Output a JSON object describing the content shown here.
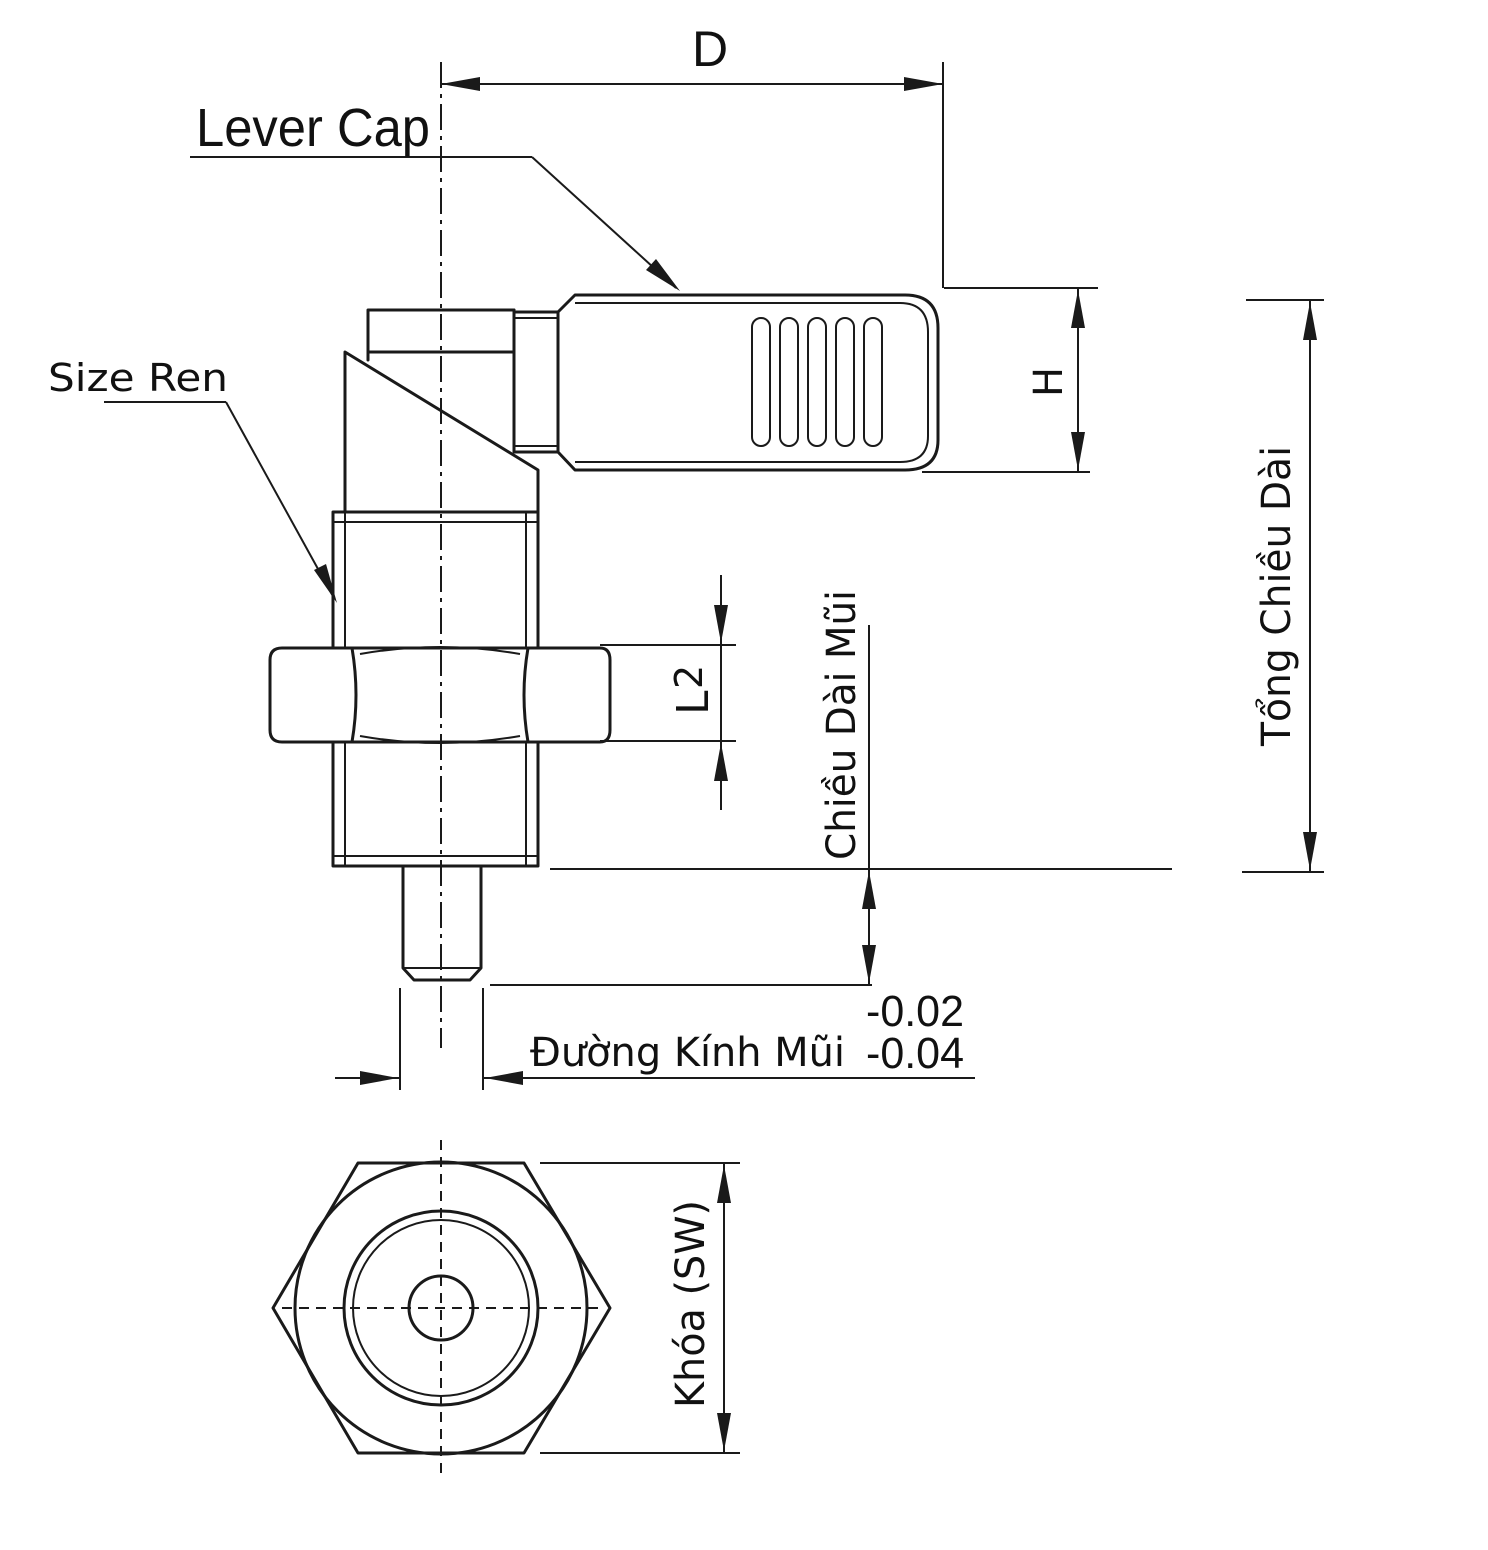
{
  "labels": {
    "dim_d": "D",
    "lever_cap": "Lever Cap",
    "size_ren": "Size Ren",
    "dim_h": "H",
    "tong_chieu_dai": "Tổng Chiều Dài",
    "l2_main": "L",
    "l2_sub": "2",
    "chieu_dai_mui": "Chiều Dài Mũi",
    "tol_upper": "-0.02",
    "duong_kinh_mui": "Đường Kính Mũi",
    "tol_lower": "-0.04",
    "khoa_sw": "Khóa (SW)"
  }
}
